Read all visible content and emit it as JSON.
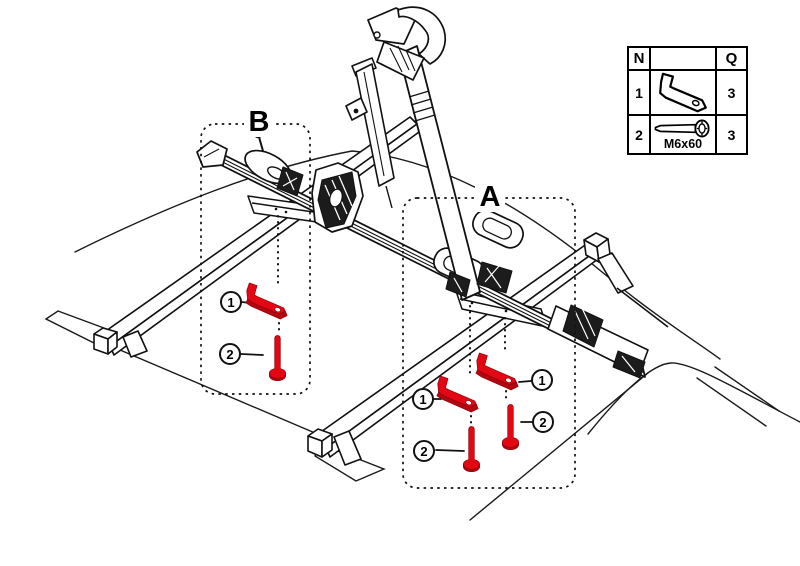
{
  "diagram": {
    "section_labels": {
      "a": "A",
      "b": "B"
    },
    "callout_numbers": {
      "bracket": "1",
      "bolt": "2"
    },
    "highlight_color": "#e30613",
    "line_color": "#1a1a1a"
  },
  "parts_table": {
    "col_number_header": "N",
    "col_quantity_header": "Q",
    "rows": [
      {
        "number": "1",
        "icon": "bracket-icon",
        "quantity": "3"
      },
      {
        "number": "2",
        "icon": "bolt-icon",
        "quantity": "3",
        "spec": "M6x60"
      }
    ]
  }
}
